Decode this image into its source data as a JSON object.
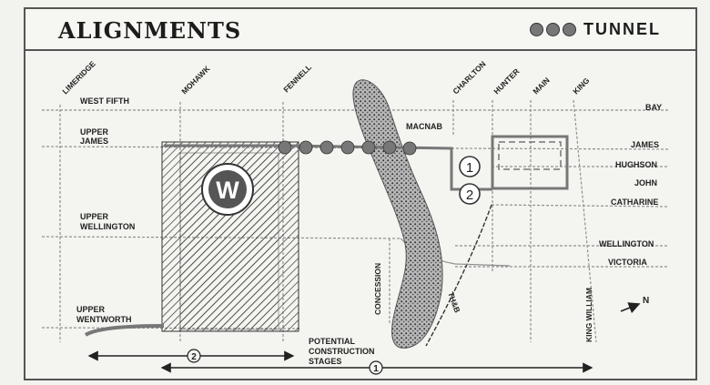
{
  "header": {
    "title": "ALIGNMENTS",
    "legend_label": "TUNNEL"
  },
  "streets": {
    "west_fifth": "WEST FIFTH",
    "upper_james_1": "UPPER",
    "upper_james_2": "JAMES",
    "upper_wellington_1": "UPPER",
    "upper_wellington_2": "WELLINGTON",
    "upper_wentworth_1": "UPPER",
    "upper_wentworth_2": "WENTWORTH",
    "limeridge": "LIMERIDGE",
    "mohawk": "MOHAWK",
    "fennell": "FENNELL",
    "charlton": "CHARLTON",
    "hunter": "HUNTER",
    "main": "MAIN",
    "king": "KING",
    "macnab": "MACNAB",
    "bay": "BAY",
    "james": "JAMES",
    "hughson": "HUGHSON",
    "john": "JOHN",
    "catharine": "CATHARINE",
    "wellington": "WELLINGTON",
    "victoria": "VICTORIA",
    "concession": "CONCESSION",
    "thb": "TH&B",
    "king_william": "KING WILLIAM"
  },
  "markers": {
    "w": "W",
    "route_1": "1",
    "route_2": "2",
    "stage_1": "1",
    "stage_2": "2"
  },
  "stages": {
    "line1": "POTENTIAL",
    "line2": "CONSTRUCTION",
    "line3": "STAGES"
  },
  "north_arrow": "N",
  "colors": {
    "ink": "#222222",
    "road": "#9a9a9a",
    "tunnel": "#7a7a7a",
    "escarpment": "#8a8a8a"
  }
}
